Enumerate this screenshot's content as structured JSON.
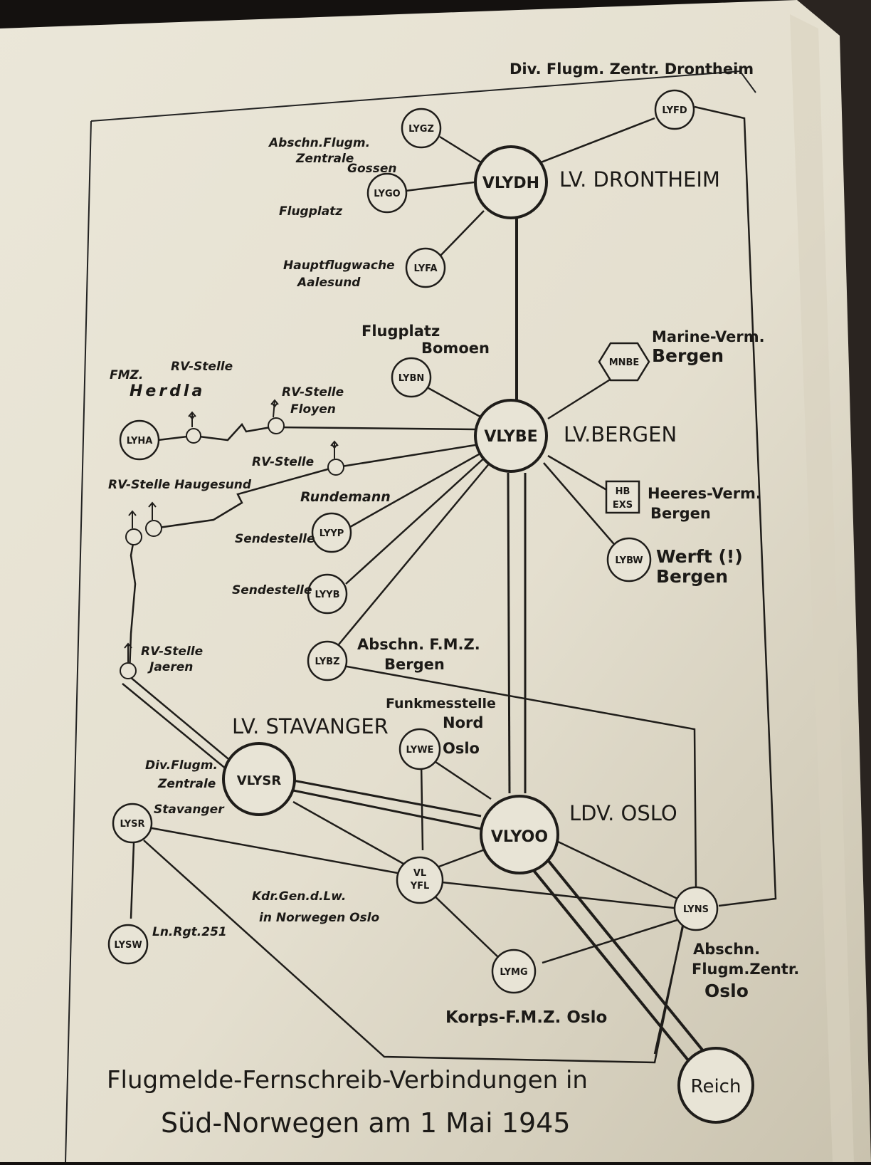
{
  "diagram": {
    "title_line1": "Flugmelde-Fernschreib-Verbindungen in",
    "title_line2": "Süd-Norwegen am 1 Mai 1945",
    "corner_label": "Div. Flugm. Zentr. Drontheim",
    "nodes": {
      "vlydh": "VLYDH",
      "vlybe": "VLYBE",
      "vlysr": "VLYSR",
      "vlyoo": "VLYOO",
      "reich": "Reich",
      "lygz": "LYGZ",
      "lygo": "LYGO",
      "lyfa": "LYFA",
      "lyfd": "LYFD",
      "lybn": "LYBN",
      "lyha": "LYHA",
      "mnbe": "MNBE",
      "hbexs_1": "HB",
      "hbexs_2": "EXS",
      "lybw": "LYBW",
      "lyyp": "LYYP",
      "lyyb": "LYYB",
      "lybz": "LYBZ",
      "lywe": "LYWE",
      "lysr": "LYSR",
      "lysw": "LYSW",
      "vlyfl_1": "VL",
      "vlyfl_2": "YFL",
      "lyns": "LYNS",
      "lymg": "LYMG"
    },
    "labels": {
      "lv_drontheim": "LV. DRONTHEIM",
      "lv_bergen": "LV.BERGEN",
      "lv_stavanger": "LV. STAVANGER",
      "ldv_oslo": "LDV. OSLO",
      "gossen_1": "Abschn.Flugm.",
      "gossen_2": "Zentrale",
      "gossen_3": "Gossen",
      "flugplatz": "Flugplatz",
      "aalesund_1": "Hauptflugwache",
      "aalesund_2": "Aalesund",
      "bomoen_1": "Flugplatz",
      "bomoen_2": "Bomoen",
      "marine_1": "Marine-Verm.",
      "marine_2": "Bergen",
      "heeres_1": "Heeres-Verm.",
      "heeres_2": "Bergen",
      "werft_1": "Werft (!)",
      "werft_2": "Bergen",
      "herdla_1": "FMZ.",
      "herdla_2": "RV-Stelle",
      "herdla_3": "Herdla",
      "floyen_1": "RV-Stelle",
      "floyen_2": "Floyen",
      "rv_stelle": "RV-Stelle",
      "haugesund": "RV-Stelle Haugesund",
      "rundemann": "Rundemann",
      "sendestelle_1": "Sendestelle",
      "sendestelle_2": "Sendestelle",
      "abschn_bergen_1": "Abschn. F.M.Z.",
      "abschn_bergen_2": "Bergen",
      "funkmess_1": "Funkmesstelle",
      "funkmess_2": "Nord",
      "funkmess_3": "Oslo",
      "jaeren_1": "RV-Stelle",
      "jaeren_2": "Jaeren",
      "div_stav_1": "Div.Flugm.",
      "div_stav_2": "Zentrale",
      "div_stav_3": "Stavanger",
      "ln_rgt": "Ln.Rgt.251",
      "kdr_1": "Kdr.Gen.d.Lw.",
      "kdr_2": "in Norwegen Oslo",
      "abschn_oslo_1": "Abschn.",
      "abschn_oslo_2": "Flugm.Zentr.",
      "abschn_oslo_3": "Oslo",
      "korps": "Korps-F.M.Z. Oslo"
    }
  }
}
